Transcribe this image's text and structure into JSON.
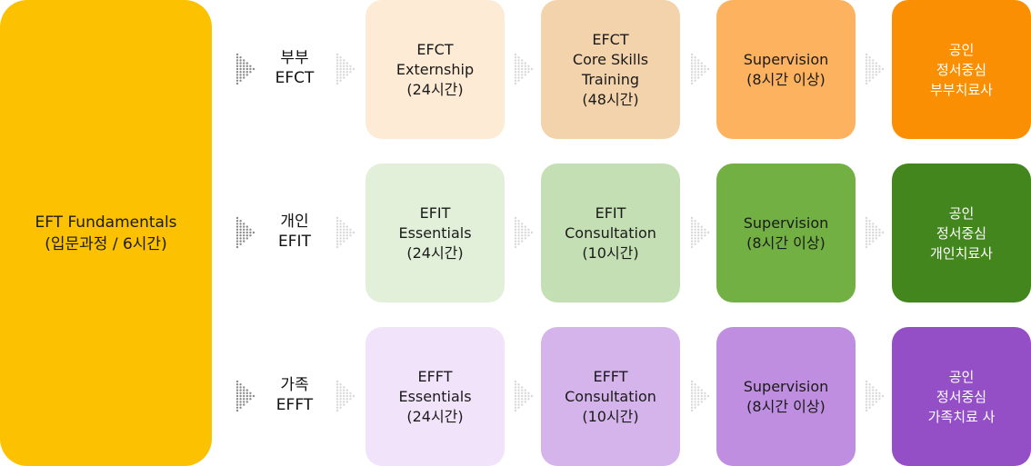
{
  "foundation": "EFT Fundamentals\n(입문과정 / 6시간)",
  "tracks": [
    {
      "label": "부부\nEFCT",
      "steps": [
        {
          "text": "EFCT\nExternship\n(24시간)",
          "color": "#fdebd5"
        },
        {
          "text": "EFCT\nCore Skills\nTraining\n(48시간)",
          "color": "#f3d3ab"
        },
        {
          "text": "Supervision\n(8시간 이상)",
          "color": "#fcb25f"
        },
        {
          "text": "공인\n정서중심\n부부치료사",
          "color": "#fb8f03"
        }
      ]
    },
    {
      "label": "개인\nEFIT",
      "steps": [
        {
          "text": "EFIT\nEssentials\n(24시간)",
          "color": "#e2efd9"
        },
        {
          "text": "EFIT\nConsultation\n(10시간)",
          "color": "#c5dfb4"
        },
        {
          "text": "Supervision\n(8시간 이상)",
          "color": "#72b043"
        },
        {
          "text": "공인\n정서중심\n개인치료사",
          "color": "#43861e"
        }
      ]
    },
    {
      "label": "가족\nEFFT",
      "steps": [
        {
          "text": "EFFT\nEssentials\n(24시간)",
          "color": "#f1e3fa"
        },
        {
          "text": "EFFT\nConsultation\n(10시간)",
          "color": "#d4b4ea"
        },
        {
          "text": "Supervision\n(8시간 이상)",
          "color": "#bf8ee0"
        },
        {
          "text": "공인\n정서중심\n가족치료 사",
          "color": "#944fc6"
        }
      ]
    }
  ]
}
